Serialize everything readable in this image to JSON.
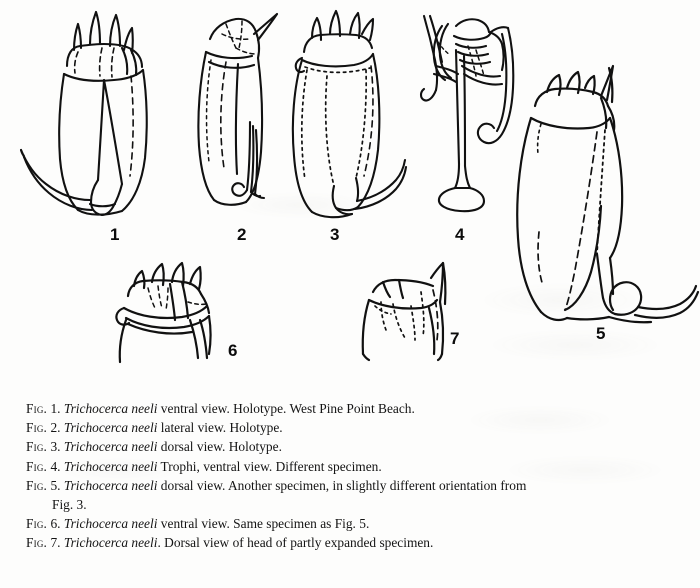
{
  "plate": {
    "kind": "scientific-illustration-plate",
    "ink_color": "#111111",
    "paper_color": "#fdfdfc",
    "species": "Trichocerca neeli"
  },
  "figures": [
    {
      "number": "1",
      "label": "1",
      "view": "ventral view",
      "drawing_name": "rotifer-lorica-ventral"
    },
    {
      "number": "2",
      "label": "2",
      "view": "lateral view",
      "drawing_name": "rotifer-lorica-lateral"
    },
    {
      "number": "3",
      "label": "3",
      "view": "dorsal view",
      "drawing_name": "rotifer-lorica-dorsal"
    },
    {
      "number": "4",
      "label": "4",
      "view": "trophi, ventral view",
      "drawing_name": "rotifer-trophi"
    },
    {
      "number": "5",
      "label": "5",
      "view": "dorsal view, another specimen",
      "drawing_name": "rotifer-lorica-dorsal-large"
    },
    {
      "number": "6",
      "label": "6",
      "view": "ventral view of head",
      "drawing_name": "rotifer-head-ventral"
    },
    {
      "number": "7",
      "label": "7",
      "view": "dorsal view of head, partly expanded",
      "drawing_name": "rotifer-head-dorsal"
    }
  ],
  "captions": [
    {
      "tag": "Fig.",
      "number": "1.",
      "species": "Trichocerca neeli",
      "text": " ventral view. Holotype. West Pine Point Beach.",
      "continuation": ""
    },
    {
      "tag": "Fig.",
      "number": "2.",
      "species": "Trichocerca neeli",
      "text": " lateral view. Holotype.",
      "continuation": ""
    },
    {
      "tag": "Fig.",
      "number": "3.",
      "species": "Trichocerca neeli",
      "text": " dorsal view. Holotype.",
      "continuation": ""
    },
    {
      "tag": "Fig.",
      "number": "4.",
      "species": "Trichocerca neeli",
      "text": " Trophi, ventral view. Different specimen.",
      "continuation": ""
    },
    {
      "tag": "Fig.",
      "number": "5.",
      "species": "Trichocerca neeli",
      "text": " dorsal view. Another specimen, in slightly different orientation from",
      "continuation": "Fig. 3."
    },
    {
      "tag": "Fig.",
      "number": "6.",
      "species": "Trichocerca neeli",
      "text": " ventral view. Same specimen as Fig. 5.",
      "continuation": ""
    },
    {
      "tag": "Fig.",
      "number": "7.",
      "species": "Trichocerca neeli",
      "text": ". Dorsal view of head of partly expanded specimen.",
      "continuation": ""
    }
  ]
}
